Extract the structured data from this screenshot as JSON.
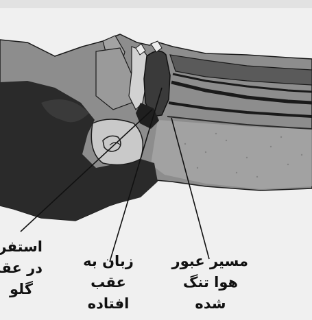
{
  "labels": {
    "left": {
      "lines": [
        "استفراغ",
        "در عقب",
        "گلو"
      ]
    },
    "middle": {
      "lines": [
        "زبان به",
        "عقب",
        "افتاده"
      ]
    },
    "right": {
      "lines": [
        "مسیر عبور",
        "هوا تنگ",
        "شده"
      ]
    }
  },
  "colors": {
    "background": "#efefef",
    "head_fill": "#8c8c8c",
    "dark_tissue": "#2b2b2b",
    "mid_gray": "#a8a8a8",
    "outline": "#1a1a1a"
  }
}
